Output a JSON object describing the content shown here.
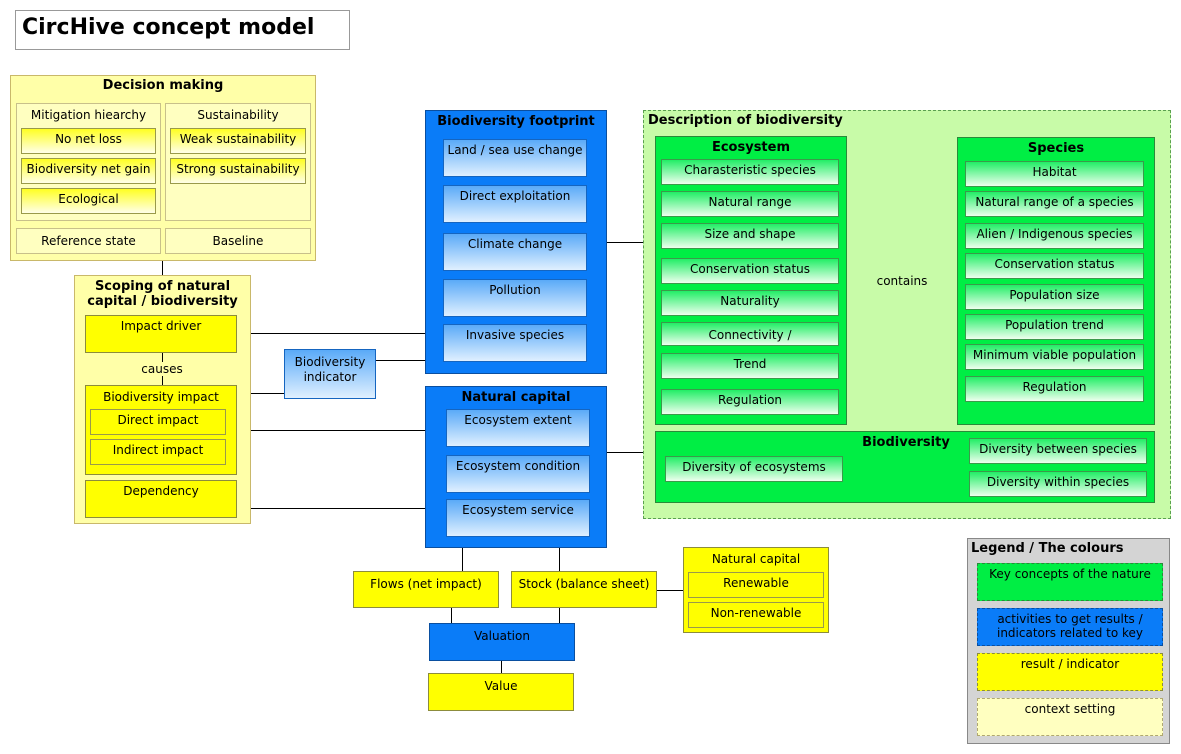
{
  "title": "CircHive concept model",
  "decision_making": {
    "title": "Decision making",
    "mitigation": {
      "title": "Mitigation hiearchy",
      "items": [
        "No net loss",
        "Biodiversity net gain",
        "Ecological"
      ]
    },
    "sustainability": {
      "title": "Sustainability",
      "items": [
        "Weak sustainability",
        "Strong sustainability"
      ]
    },
    "reference_state": "Reference state",
    "baseline": "Baseline"
  },
  "scoping": {
    "title_line1": "Scoping of natural",
    "title_line2": "capital / biodiversity",
    "impact_driver": "Impact driver",
    "causes": "causes",
    "biodiversity_impact": "Biodiversity impact",
    "direct_impact": "Direct impact",
    "indirect_impact": "Indirect impact",
    "dependency": "Dependency"
  },
  "biodiversity_indicator": {
    "line1": "Biodiversity",
    "line2": "indicator"
  },
  "footprint": {
    "title": "Biodiversity footprint",
    "items": [
      "Land / sea use change",
      "Direct exploitation",
      "Climate change",
      "Pollution",
      "Invasive species"
    ]
  },
  "natural_capital": {
    "title": "Natural capital",
    "items": [
      "Ecosystem extent",
      "Ecosystem condition",
      "Ecosystem service"
    ]
  },
  "flows": "Flows (net impact)",
  "stock": "Stock (balance sheet)",
  "valuation": "Valuation",
  "value": "Value",
  "natural_capital_types": {
    "title": "Natural capital",
    "items": [
      "Renewable",
      "Non-renewable"
    ]
  },
  "description": {
    "title": "Description of biodiversity",
    "ecosystem": {
      "title": "Ecosystem",
      "items": [
        "Charasteristic species",
        "Natural range",
        "Size and shape",
        "Conservation status",
        "Naturality",
        "Connectivity /",
        "Trend",
        "Regulation"
      ]
    },
    "contains": "contains",
    "species": {
      "title": "Species",
      "items": [
        "Habitat",
        "Natural range of a species",
        "Alien / Indigenous species",
        "Conservation status",
        "Population size",
        "Population trend",
        "Minimum viable population",
        "Regulation"
      ]
    },
    "biodiversity": {
      "title": "Biodiversity",
      "items": [
        "Diversity of ecosystems",
        "Diversity between species",
        "Diversity within species"
      ]
    }
  },
  "legend": {
    "title": "Legend / The colours",
    "items": [
      "Key concepts of the nature",
      "activities to get results / indicators related to key",
      "result / indicator",
      "context setting"
    ]
  }
}
